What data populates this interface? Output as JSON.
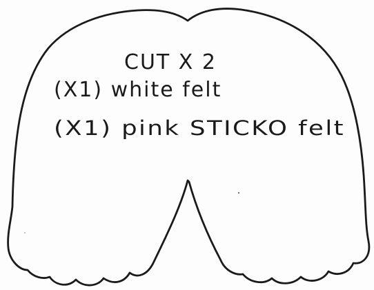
{
  "pattern": {
    "instructions": [
      "CUT X 2",
      "(X1) white felt",
      "(X1) pink STICKO felt"
    ],
    "outline_color": "#1a1a1a",
    "paper_color": "#fdfdfd"
  }
}
